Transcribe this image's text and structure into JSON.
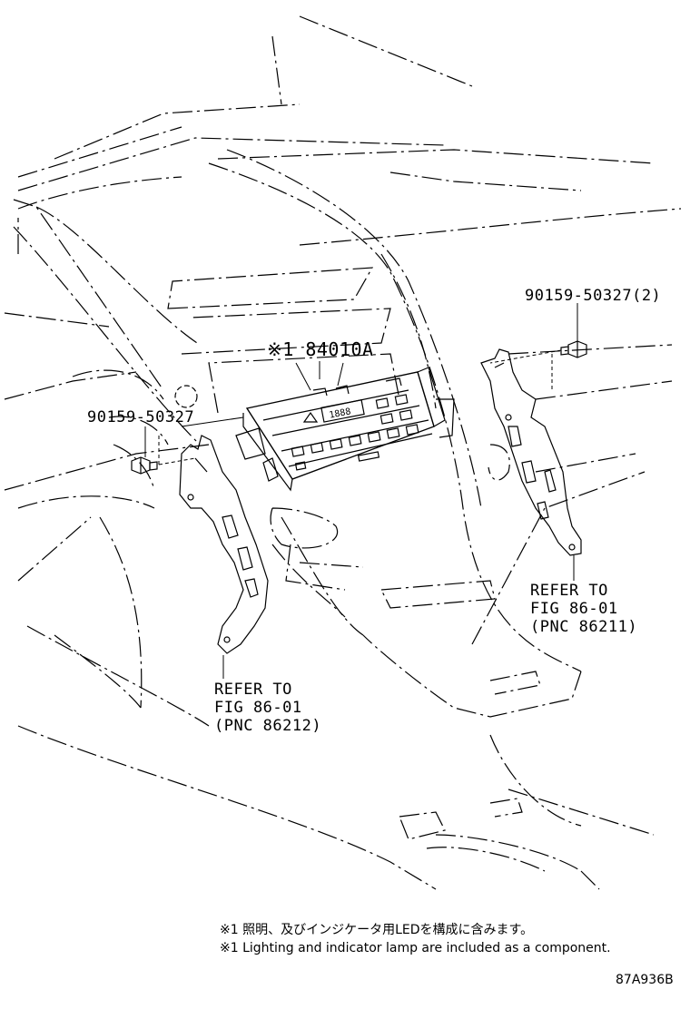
{
  "parts": {
    "switch_assy": "※1 84010A",
    "screw_right": "90159-50327(2)",
    "screw_left": "90159-50327"
  },
  "refs": {
    "right": {
      "line1": "REFER TO",
      "line2": "FIG 86-01",
      "line3": "(PNC 86211)"
    },
    "left": {
      "line1": "REFER TO",
      "line2": "FIG 86-01",
      "line3": "(PNC 86212)"
    }
  },
  "panel_display": "1888",
  "notes": {
    "japanese": "※1 照明、及びインジケータ用LEDを構成に含みます。",
    "english": "※1 Lighting and indicator lamp are included as a component."
  },
  "figure_code": "87A936B",
  "colors": {
    "line": "#000000",
    "background": "#ffffff"
  }
}
